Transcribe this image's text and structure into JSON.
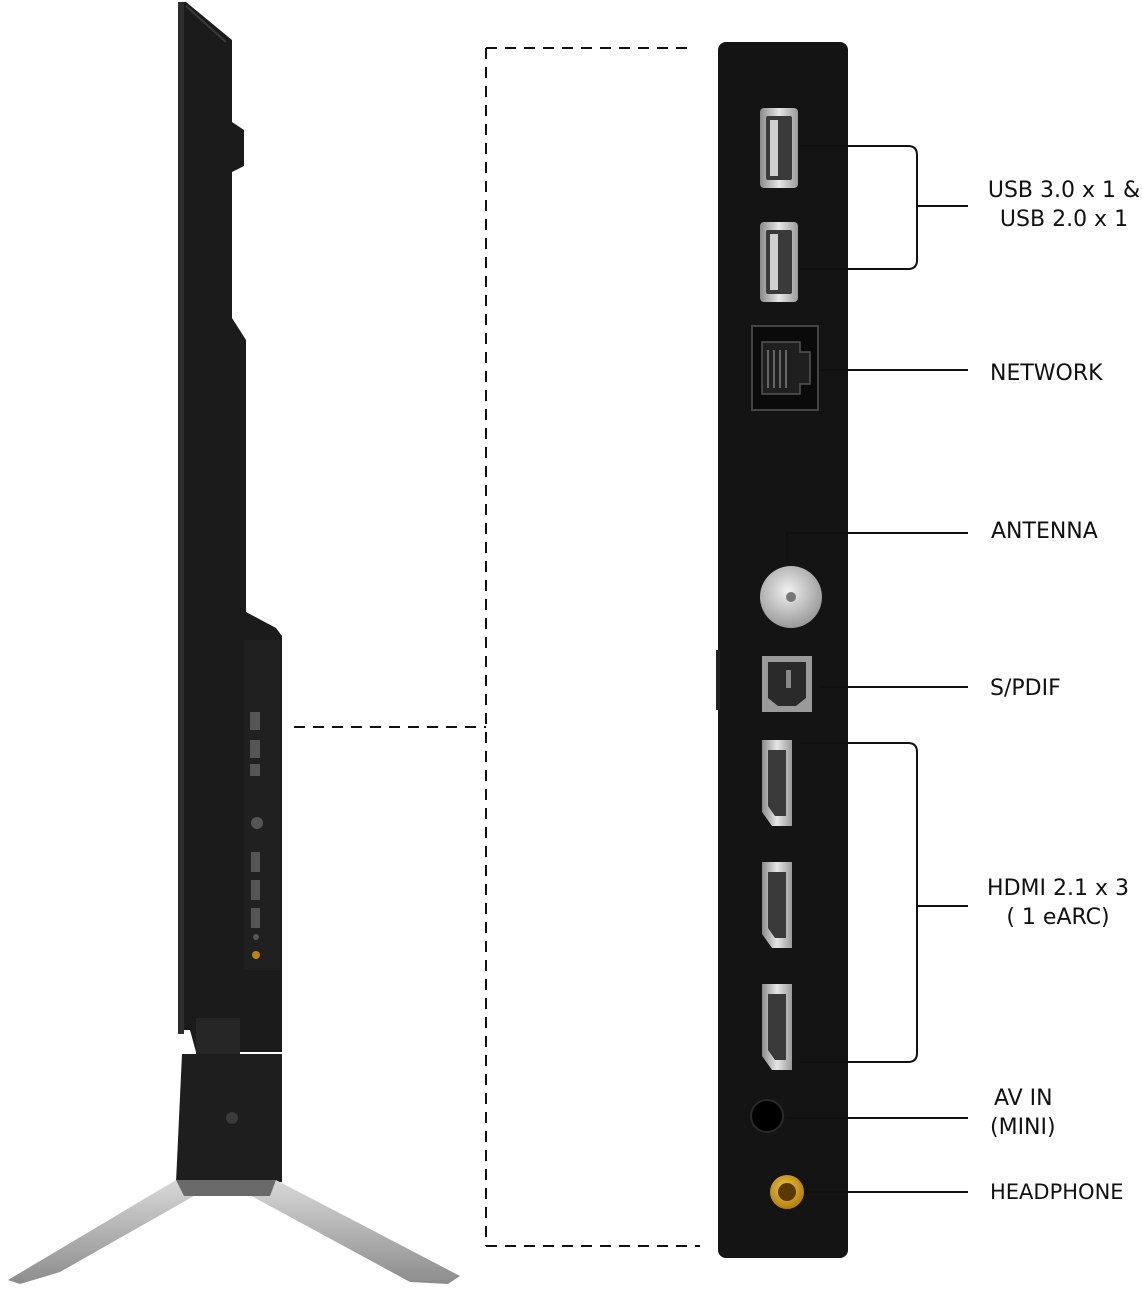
{
  "labels": {
    "usb": {
      "line1": "USB 3.0 x 1 &",
      "line2": "USB 2.0 x 1"
    },
    "network": "NETWORK",
    "antenna": "ANTENNA",
    "spdif": "S/PDIF",
    "hdmi": {
      "line1": "HDMI 2.1 x 3",
      "line2": "( 1 eARC)"
    },
    "av_in": {
      "line1": "AV IN",
      "line2": "(MINI)"
    },
    "headphone": "HEADPHONE"
  },
  "colors": {
    "tv_body": "#1b1b1b",
    "panel": "#141414",
    "port_metal": "#cfcfcf",
    "headphone_jack": "#d4a017",
    "line": "#111111"
  }
}
